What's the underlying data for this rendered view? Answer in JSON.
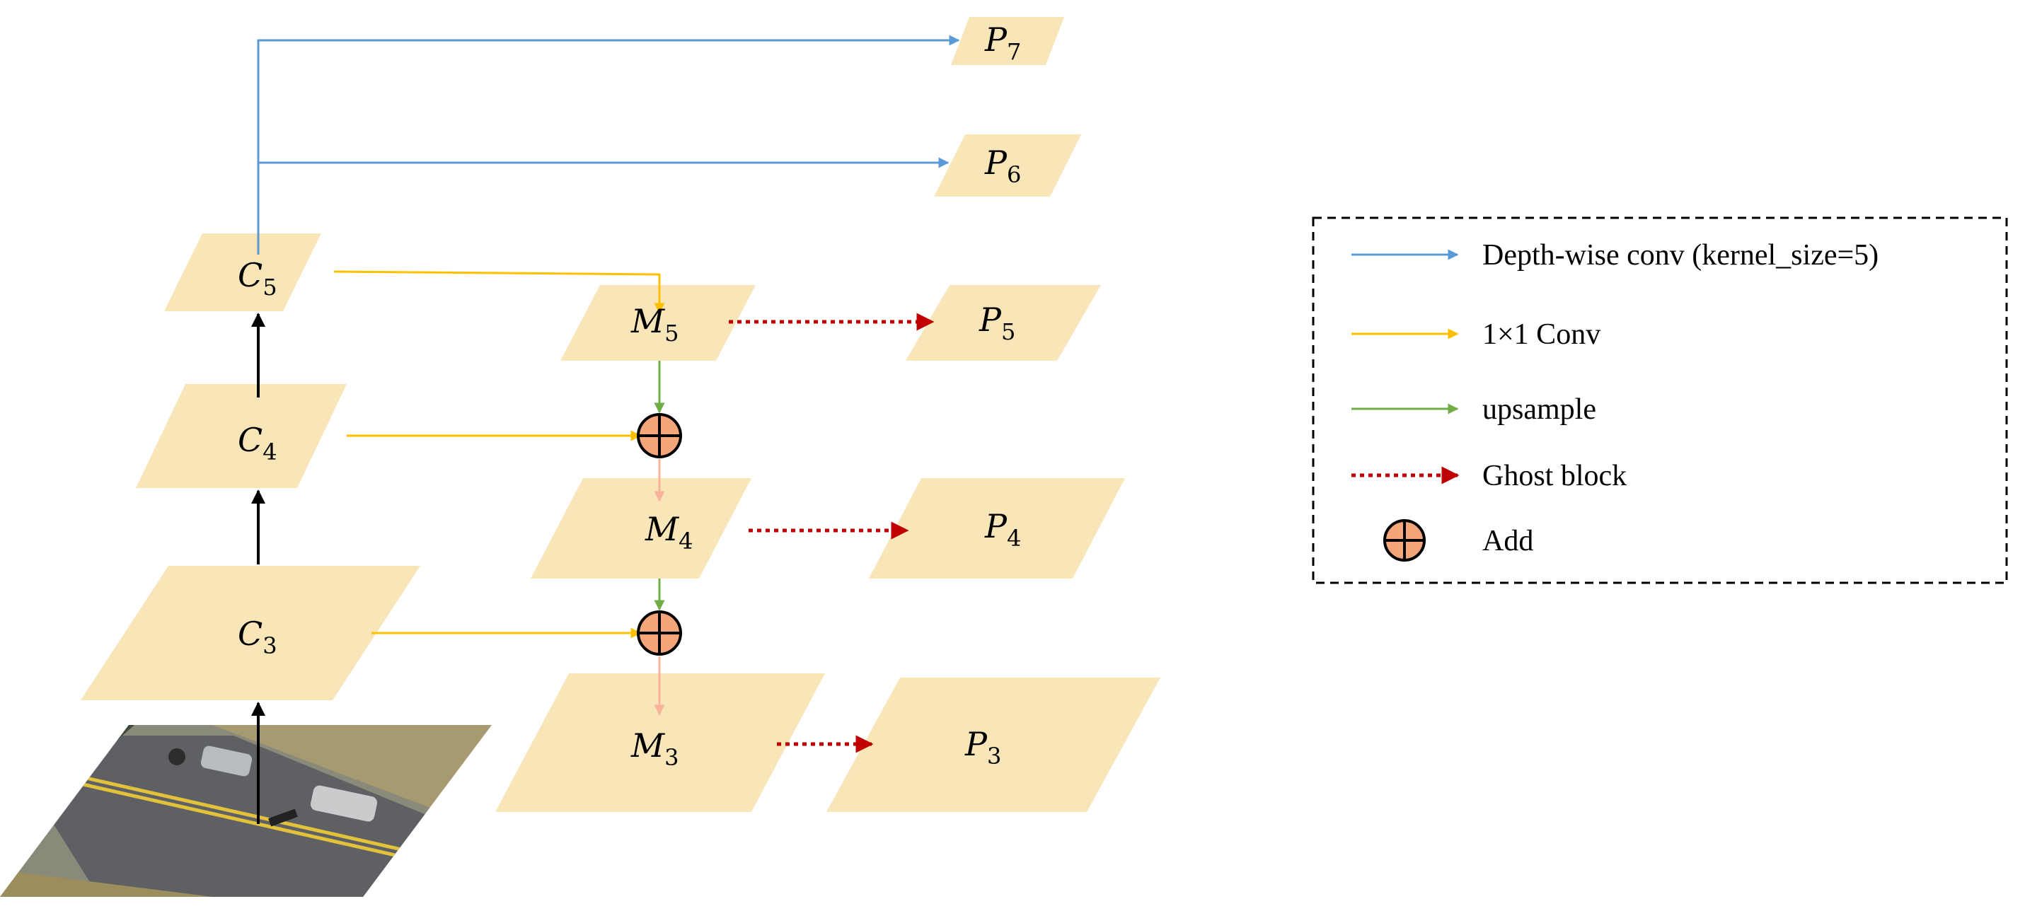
{
  "colors": {
    "plane_fill": "#f8e5b8",
    "depthwise": "#5b9bd5",
    "conv1x1": "#ffc000",
    "upsample": "#70ad47",
    "ghost": "#c00000",
    "add_fill": "#f4a57a",
    "add_path": "#f8b39a",
    "backbone": "#000000"
  },
  "backbone": {
    "c5": {
      "base": "C",
      "sub": "5"
    },
    "c4": {
      "base": "C",
      "sub": "4"
    },
    "c3": {
      "base": "C",
      "sub": "3"
    }
  },
  "neck": {
    "m5": {
      "base": "M",
      "sub": "5"
    },
    "m4": {
      "base": "M",
      "sub": "4"
    },
    "m3": {
      "base": "M",
      "sub": "3"
    }
  },
  "outputs": {
    "p7": {
      "base": "P",
      "sub": "7"
    },
    "p6": {
      "base": "P",
      "sub": "6"
    },
    "p5": {
      "base": "P",
      "sub": "5"
    },
    "p4": {
      "base": "P",
      "sub": "4"
    },
    "p3": {
      "base": "P",
      "sub": "3"
    }
  },
  "legend": {
    "depthwise": "Depth-wise conv (kernel_size=5)",
    "conv1x1": "1×1 Conv",
    "upsample": "upsample",
    "ghost": "Ghost block",
    "add": "Add"
  },
  "input_image": {
    "icon": "aerial-road-image"
  }
}
